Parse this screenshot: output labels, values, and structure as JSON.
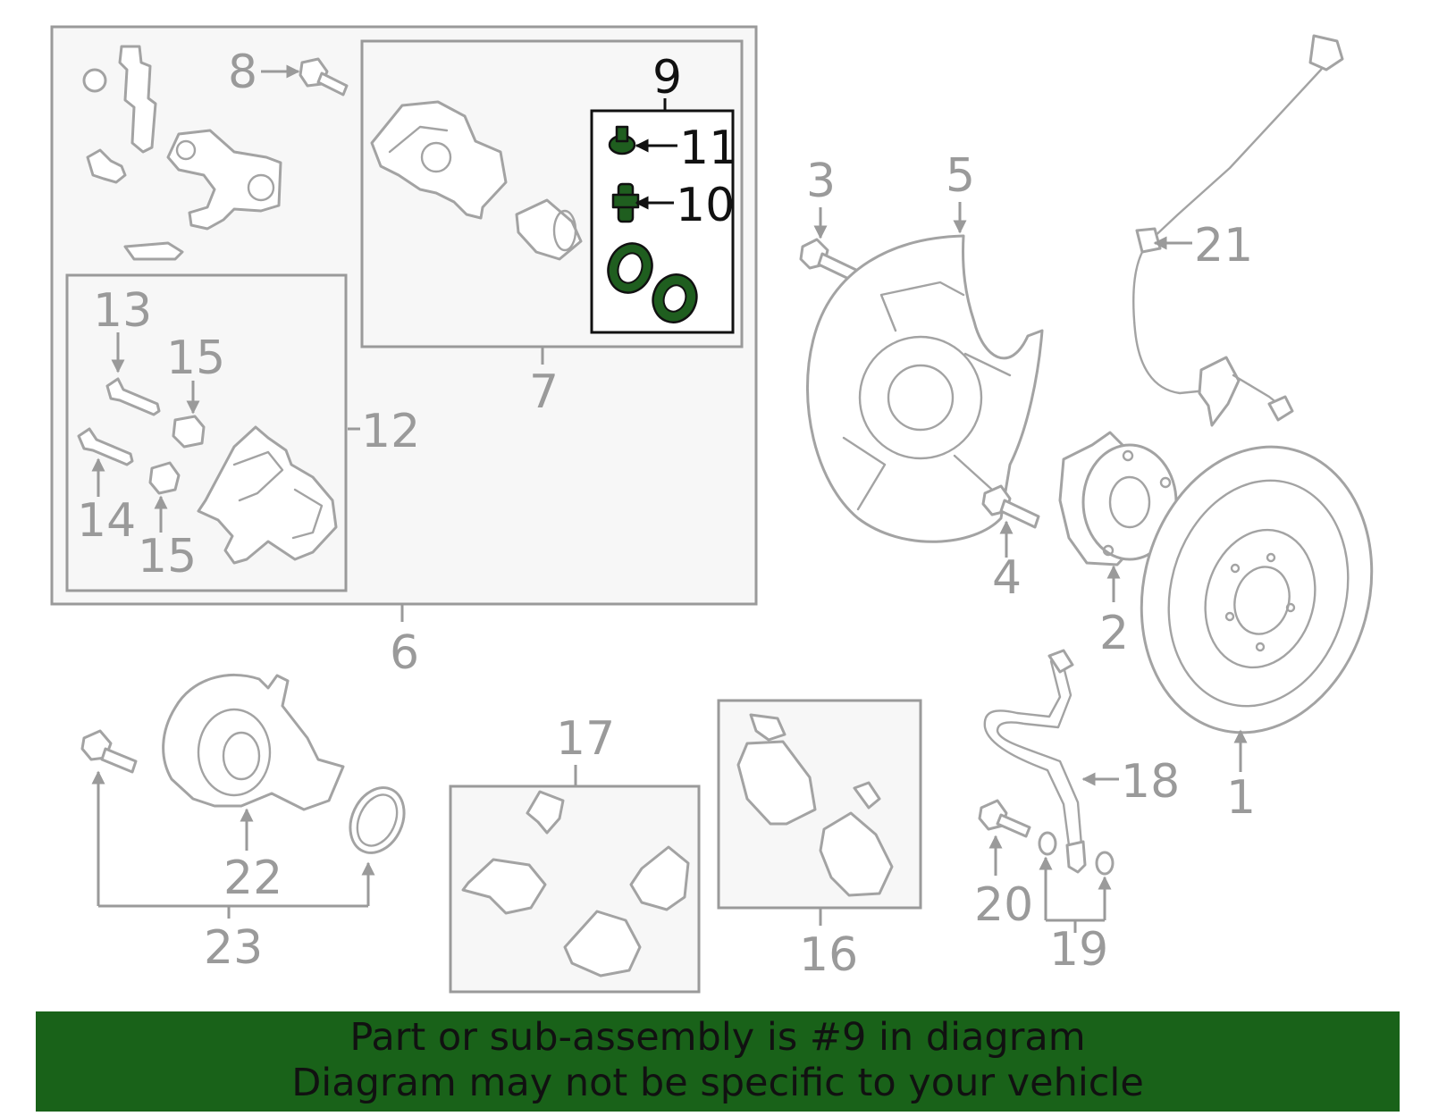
{
  "callouts": {
    "c1": "1",
    "c2": "2",
    "c3": "3",
    "c4": "4",
    "c5": "5",
    "c6": "6",
    "c7": "7",
    "c8": "8",
    "c9": "9",
    "c10": "10",
    "c11": "11",
    "c12": "12",
    "c13": "13",
    "c14": "14",
    "c15a": "15",
    "c15b": "15",
    "c16": "16",
    "c17": "17",
    "c18": "18",
    "c19": "19",
    "c20": "20",
    "c21": "21",
    "c22": "22",
    "c23": "23"
  },
  "highlighted_part": "9",
  "banner": {
    "line1": "Part or sub-assembly is #9 in diagram",
    "line2": "Diagram may not be specific to your vehicle"
  },
  "colors": {
    "highlight": "#1f5e1f",
    "banner_background": "#196219",
    "outline": "#a3a3a3",
    "text": "#111111"
  }
}
